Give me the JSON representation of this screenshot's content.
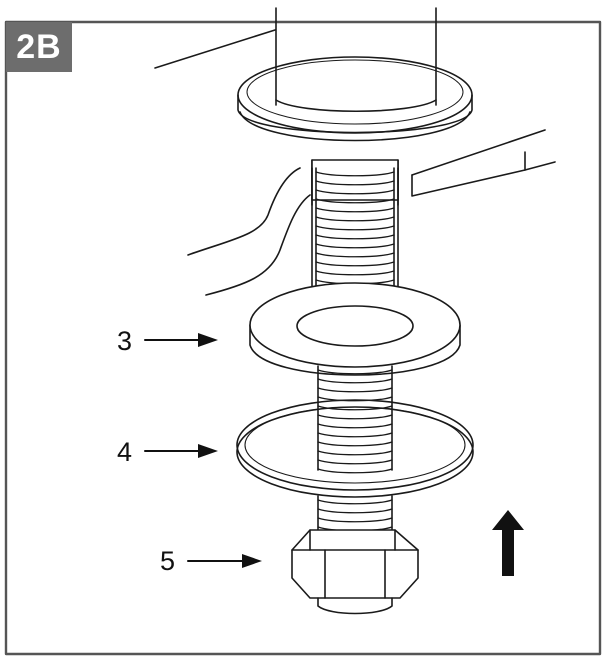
{
  "step_badge": "2B",
  "callouts": [
    {
      "number": "3",
      "part": "flat-washer"
    },
    {
      "number": "4",
      "part": "lock-washer"
    },
    {
      "number": "5",
      "part": "hex-nut"
    }
  ],
  "direction_icon": "up-arrow-icon",
  "colors": {
    "badge": "#6d6d6d",
    "line": "#1a1a1a",
    "arrow": "#111111",
    "border": "#555555"
  }
}
